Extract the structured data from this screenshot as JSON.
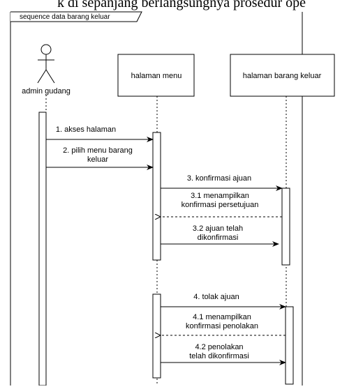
{
  "header_cut_text": "k di sepanjang berlangsungnya prosedur ope",
  "frame": {
    "title": "sequence data barang keluar"
  },
  "actors": [
    {
      "id": "admin",
      "label": "admin gudang"
    }
  ],
  "lifelines": [
    {
      "id": "menu",
      "label": "halaman menu"
    },
    {
      "id": "keluar",
      "label": "halaman barang keluar"
    }
  ],
  "messages": [
    {
      "id": "m1",
      "lines": [
        "1. akses halaman"
      ],
      "kind": "sync",
      "from": "admin",
      "to": "menu"
    },
    {
      "id": "m2",
      "lines": [
        "2. pilih menu barang",
        "keluar"
      ],
      "kind": "sync",
      "from": "admin",
      "to": "menu"
    },
    {
      "id": "m3",
      "lines": [
        "3. konfirmasi ajuan"
      ],
      "kind": "sync",
      "from": "menu",
      "to": "keluar"
    },
    {
      "id": "m31",
      "lines": [
        "3.1 menampilkan",
        "konfirmasi persetujuan"
      ],
      "kind": "return",
      "from": "keluar",
      "to": "menu"
    },
    {
      "id": "m32",
      "lines": [
        "3.2 ajuan telah",
        "dikonfirmasi"
      ],
      "kind": "sync",
      "from": "menu",
      "to": "keluar"
    },
    {
      "id": "m4",
      "lines": [
        "4. tolak ajuan"
      ],
      "kind": "sync",
      "from": "menu",
      "to": "keluar"
    },
    {
      "id": "m41",
      "lines": [
        "4.1 menampilkan",
        "konfirmasi penolakan"
      ],
      "kind": "return",
      "from": "keluar",
      "to": "menu"
    },
    {
      "id": "m42",
      "lines": [
        "4.2 penolakan",
        "telah dikonfirmasi"
      ],
      "kind": "sync",
      "from": "menu",
      "to": "keluar"
    }
  ]
}
